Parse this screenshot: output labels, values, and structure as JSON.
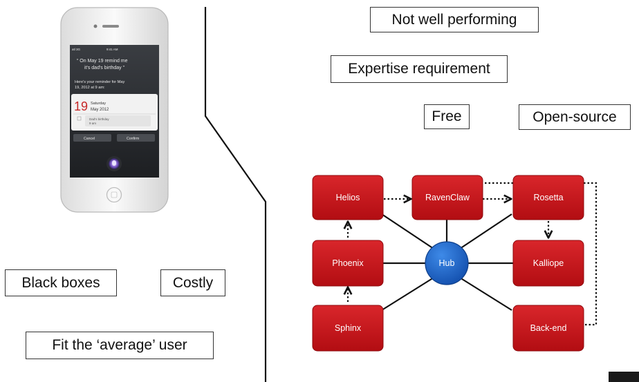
{
  "labels": {
    "not_well_performing": "Not well performing",
    "expertise_requirement": "Expertise requirement",
    "free": "Free",
    "open_source": "Open-source",
    "black_boxes": "Black boxes",
    "costly": "Costly",
    "fit_average_user": "Fit the ‘average’ user"
  },
  "phone": {
    "status_left": "atl 3G",
    "status_time": "9:41 AM",
    "query_line1": "“ On May 19 remind me",
    "query_line2": "it's dad's birthday ”",
    "reply_line1": "Here's your reminder for May",
    "reply_line2": "19, 2012 at 9 am:",
    "cal_day": "19",
    "cal_weekday": "Saturday",
    "cal_month": "May 2012",
    "reminder_text": "Dad's birthday",
    "reminder_sub": "9 am",
    "cancel_label": "Cancel",
    "confirm_label": "Confirm"
  },
  "diagram": {
    "nodes": {
      "helios": "Helios",
      "ravenclaw": "RavenClaw",
      "rosetta": "Rosetta",
      "phoenix": "Phoenix",
      "hub": "Hub",
      "kalliope": "Kalliope",
      "sphinx": "Sphinx",
      "backend": "Back-end"
    },
    "colors": {
      "node_fill": "#c8141a",
      "hub_fill": "#1e64c8",
      "line": "#111111"
    }
  }
}
